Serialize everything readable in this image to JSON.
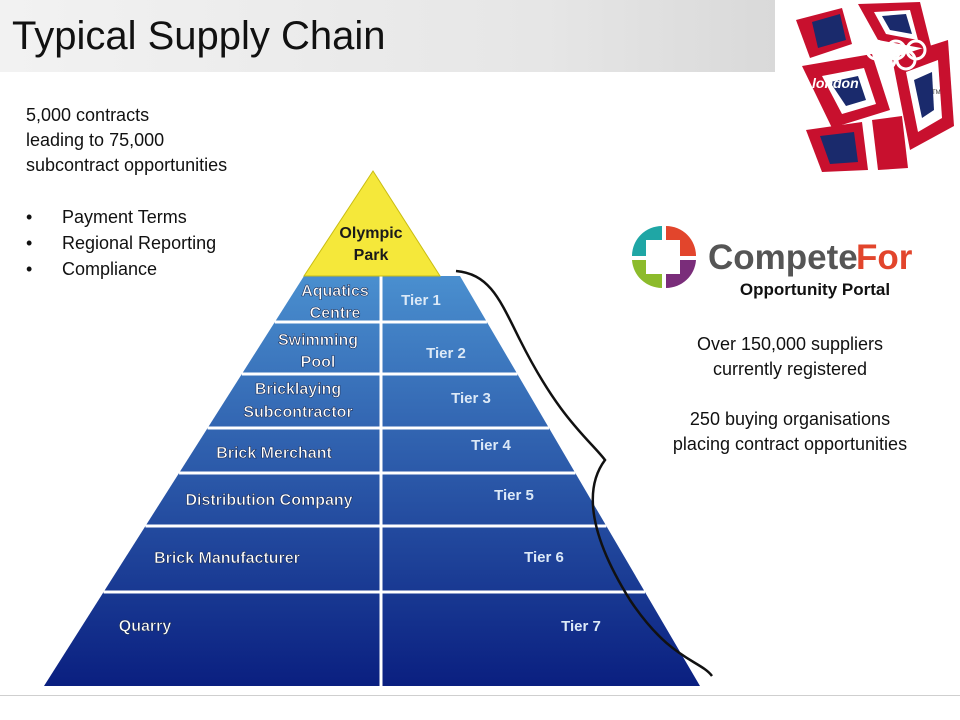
{
  "header": {
    "title": "Typical Supply Chain"
  },
  "intro": {
    "lines": [
      "5,000 contracts",
      "leading to 75,000",
      "subcontract opportunities"
    ],
    "bullets": [
      "Payment Terms",
      "Regional Reporting",
      "Compliance"
    ]
  },
  "pyramid": {
    "apex": {
      "line1": "Olympic",
      "line2": "Park",
      "color": "#f5e83a"
    },
    "tiers": [
      {
        "name": [
          "Aquatics",
          "Centre"
        ],
        "tier": "Tier 1"
      },
      {
        "name": [
          "Swimming",
          "Pool"
        ],
        "tier": "Tier 2"
      },
      {
        "name": [
          "Bricklaying",
          "Subcontractor"
        ],
        "tier": "Tier  3"
      },
      {
        "name": [
          "Brick Merchant"
        ],
        "tier": "Tier 4"
      },
      {
        "name": [
          "Distribution Company"
        ],
        "tier": "Tier 5"
      },
      {
        "name": [
          "Brick Manufacturer"
        ],
        "tier": "Tier 6"
      },
      {
        "name": [
          "Quarry"
        ],
        "tier": "Tier 7"
      }
    ],
    "colors": {
      "top": "#4a8fcf",
      "bottom": "#0a1f80"
    }
  },
  "competefor": {
    "logo_text": [
      "Compete",
      "For"
    ],
    "colors": {
      "compete": "#555555",
      "for": "#e2452c",
      "q1": "#1fa6a5",
      "q2": "#e2452c",
      "q3": "#8cbb2b",
      "q4": "#7a2d7a"
    },
    "portal": "Opportunity Portal",
    "stats": [
      [
        "Over 150,000 suppliers",
        "currently registered"
      ],
      [
        "250 buying organisations",
        "placing contract opportunities"
      ]
    ]
  },
  "london_logo": {
    "text": "london",
    "tm": "TM"
  }
}
